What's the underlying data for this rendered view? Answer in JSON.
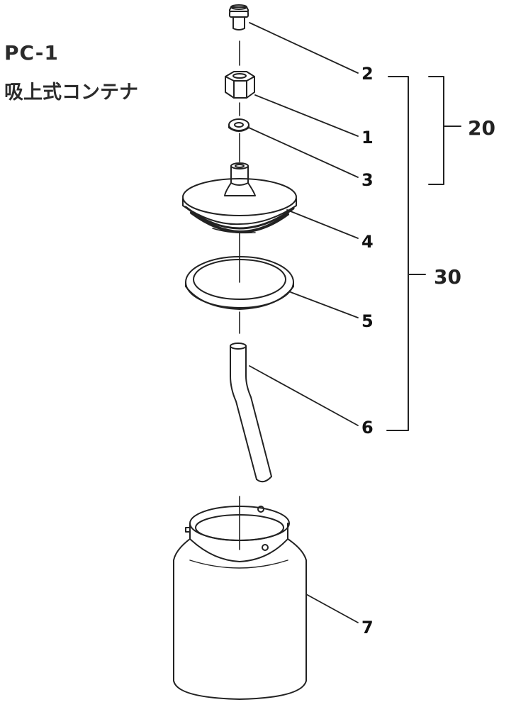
{
  "title": {
    "model": "PC-1",
    "name": "吸上式コンテナ"
  },
  "parts": [
    {
      "number": "1",
      "name": "nut"
    },
    {
      "number": "2",
      "name": "nozzle-fitting"
    },
    {
      "number": "3",
      "name": "washer"
    },
    {
      "number": "4",
      "name": "lid"
    },
    {
      "number": "5",
      "name": "gasket"
    },
    {
      "number": "6",
      "name": "suction-tube"
    },
    {
      "number": "7",
      "name": "container"
    }
  ],
  "assemblies": [
    {
      "number": "20",
      "includes": [
        "2",
        "1",
        "3"
      ]
    },
    {
      "number": "30",
      "includes": [
        "2",
        "1",
        "3",
        "4",
        "5",
        "6"
      ]
    }
  ]
}
